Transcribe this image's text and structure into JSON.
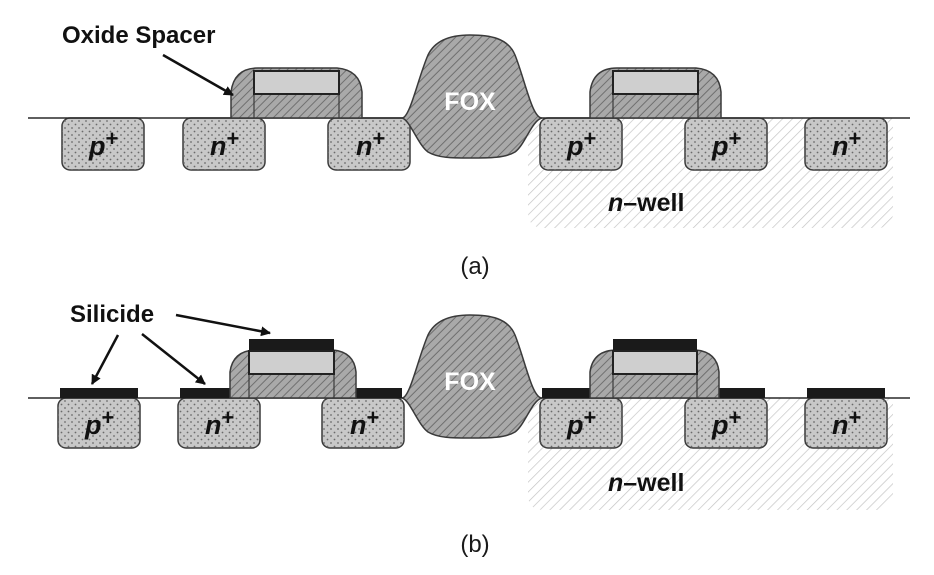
{
  "labels": {
    "oxide_spacer": "Oxide Spacer",
    "silicide": "Silicide",
    "fox": "FOX",
    "n_well_prefix": "n",
    "n_well_suffix": "–well",
    "caption_a": "(a)",
    "caption_b": "(b)",
    "p_letter": "p",
    "n_letter": "n",
    "plus": "+"
  },
  "diffusions": [
    "p",
    "n",
    "n",
    "p",
    "p",
    "n"
  ],
  "colors": {
    "diffusion_fill": "#c8c8c8",
    "gate_fill": "#cfcfcf",
    "oxide_fill": "#a9a9a9",
    "silicide": "#1a1a1a",
    "outline": "#3a3a3a",
    "well_hatch": "#c4c4c4"
  }
}
